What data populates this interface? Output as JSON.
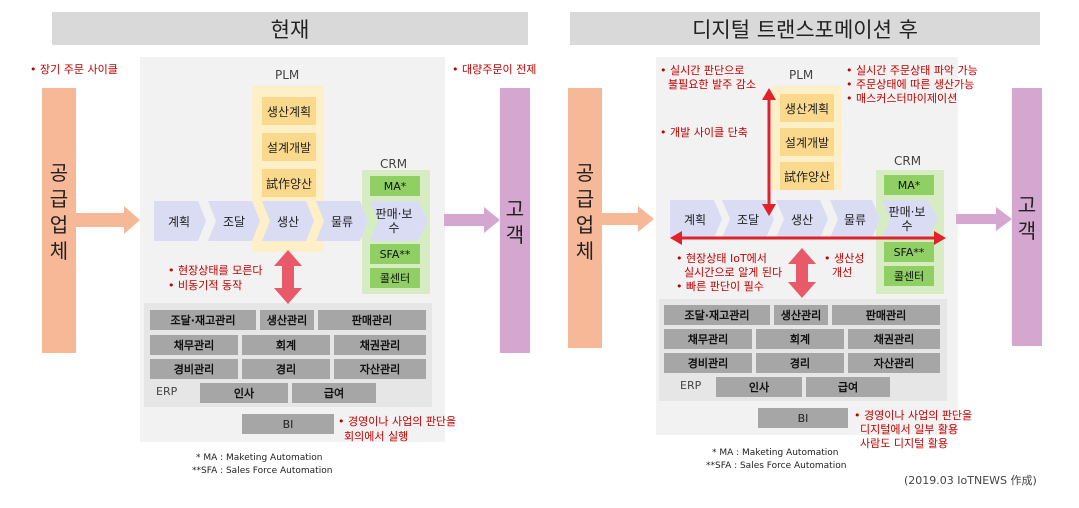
{
  "left": {
    "title": "현재",
    "supplier": "공급업체",
    "customer": "고객",
    "plm": {
      "label": "PLM",
      "items": [
        "생산계획",
        "설계개발",
        "試作양산"
      ]
    },
    "crm": {
      "label": "CRM",
      "items": [
        "MA*",
        "SFA**",
        "콜센터"
      ]
    },
    "flow": [
      "계획",
      "조달",
      "생산",
      "물류"
    ],
    "sales": "판매·보수",
    "erp": {
      "label": "ERP",
      "rows": [
        [
          "조달·재고관리",
          "생산관리",
          "판매관리"
        ],
        [
          "채무관리",
          "회계",
          "채권관리"
        ],
        [
          "경비관리",
          "경리",
          "자산관리"
        ],
        [
          "인사",
          "급여"
        ]
      ]
    },
    "bi": "BI",
    "notes": {
      "supplier_side": "• 장기 주문 사이클",
      "customer_side": "• 대량주문이 전제",
      "mid": [
        "• 현장상태를 모른다",
        "• 비동기적 동작"
      ],
      "bi": [
        "• 경영이나 사업의 판단을",
        "회의에서 실행"
      ]
    },
    "footnotes": [
      "* MA : Maketing Automation",
      "**SFA : Sales Force Automation"
    ]
  },
  "right": {
    "title": "디지털 트랜스포메이션 후",
    "supplier": "공급업체",
    "customer": "고객",
    "plm": {
      "label": "PLM",
      "items": [
        "생산계획",
        "설계개발",
        "試作양산"
      ]
    },
    "crm": {
      "label": "CRM",
      "items": [
        "MA*",
        "SFA**",
        "콜센터"
      ]
    },
    "flow": [
      "계획",
      "조달",
      "생산",
      "물류"
    ],
    "sales": "판매·보수",
    "erp": {
      "label": "ERP",
      "rows": [
        [
          "조달·재고관리",
          "생산관리",
          "판매관리"
        ],
        [
          "채무관리",
          "회계",
          "채권관리"
        ],
        [
          "경비관리",
          "경리",
          "자산관리"
        ],
        [
          "인사",
          "급여"
        ]
      ]
    },
    "bi": "BI",
    "notes": {
      "top_left": [
        "• 실시간 판단으로",
        "불필요한 발주 감소"
      ],
      "top_right": [
        "• 실시간 주문상태 파악 가능",
        "• 주문상태에 따른 생산가능",
        "• 매스커스터마이제이션"
      ],
      "dev": "• 개발 사이클 단축",
      "iot": [
        "• 현장상태 IoT에서",
        "실시간으로 알게 된다",
        "• 빠른 판단이 필수"
      ],
      "productivity": [
        "• 생산성",
        "개선"
      ],
      "bi": [
        "• 경영이나 사업의 판단을",
        "디지털에서 일부 활용",
        "사람도 디지털 활용"
      ]
    },
    "footnotes": [
      "* MA : Maketing Automation",
      "**SFA : Sales Force Automation"
    ]
  },
  "credit": "(2019.03 IoTNEWS 作成)",
  "colors": {
    "supplier": "#f7b898",
    "customer": "#d5a6cf",
    "flow": "#d9dcf2",
    "plm_bg": "#fdefc8",
    "plm_item": "#fad98d",
    "crm_bg": "#d8ecc4",
    "crm_item": "#8fcf63",
    "erp_item": "#a6a6a6",
    "arrow_pink": "#e8596a",
    "arrow_red": "#e0222b",
    "note_red": "#c00000"
  }
}
